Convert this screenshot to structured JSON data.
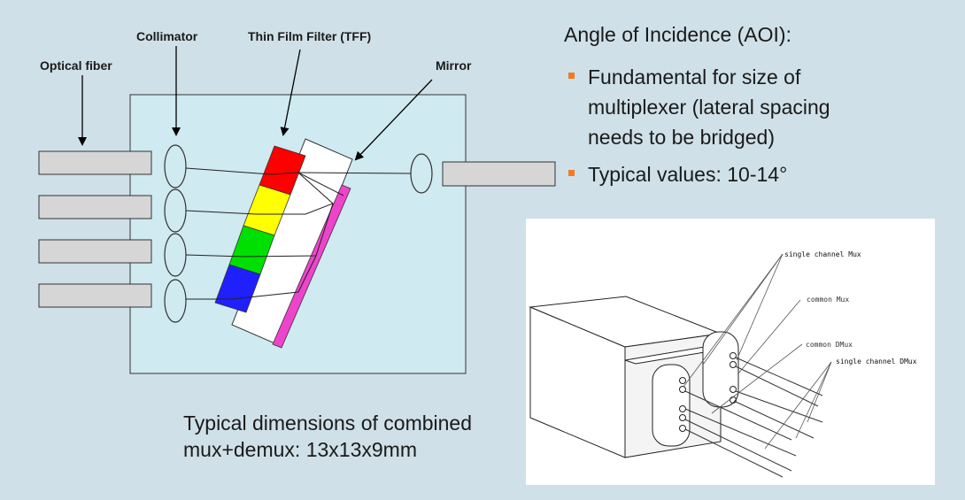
{
  "diagram": {
    "labels": {
      "optical_fiber": "Optical fiber",
      "collimator": "Collimator",
      "tff": "Thin Film Filter (TFF)",
      "mirror": "Mirror"
    },
    "filter_colors": [
      "#ff0000",
      "#ffff00",
      "#00e000",
      "#2020ff"
    ],
    "mirror_color": "#ee44cc",
    "box_color": "#cfeaf0"
  },
  "aoi": {
    "heading": "Angle of Incidence (AOI):",
    "bullets": [
      "Fundamental for size of multiplexer (lateral spacing needs to be bridged)",
      "Typical values: 10-14°"
    ]
  },
  "dimensions": {
    "line1": "Typical dimensions of combined",
    "line2": "mux+demux: 13x13x9mm"
  },
  "device_figure": {
    "labels": {
      "single_mux": "single channel Mux",
      "common_mux": "common Mux",
      "common_dmux": "common DMux",
      "single_dmux": "single channel DMux"
    }
  }
}
